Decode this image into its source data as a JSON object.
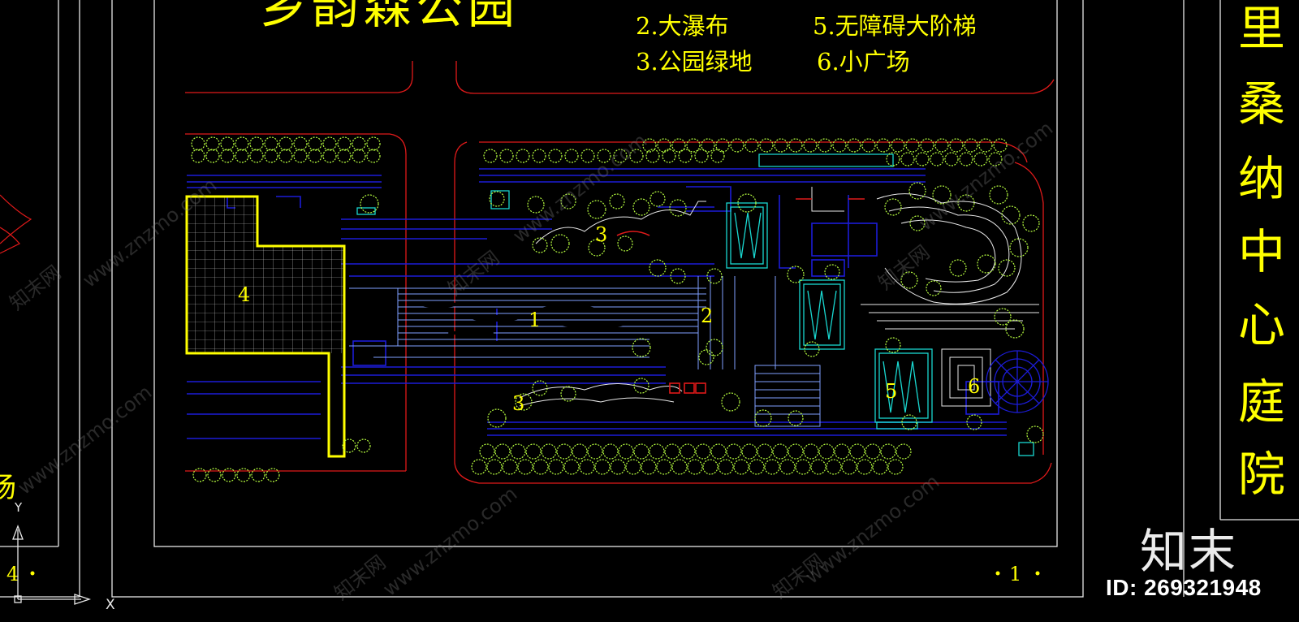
{
  "drawing": {
    "title": "乡韵森公园",
    "legend": [
      {
        "num": "2.",
        "label": "大瀑布"
      },
      {
        "num": "3.",
        "label": "公园绿地"
      },
      {
        "num": "5.",
        "label": "无障碍大阶梯"
      },
      {
        "num": "6.",
        "label": "小广场"
      }
    ],
    "area_labels": [
      "1",
      "2",
      "3",
      "3",
      "4",
      "5",
      "6"
    ],
    "right_panel_chars": [
      "里",
      "桑",
      "纳",
      "中",
      "心",
      "庭",
      "院"
    ],
    "page_marks": {
      "left": "4",
      "right": "1"
    },
    "left_fragment": "场",
    "axis": {
      "x": "X",
      "y": "Y"
    }
  },
  "watermark": {
    "site_text": "www.znzmo.com",
    "cn_text": "知末网",
    "logo": "知末",
    "id_label": "ID: 269321948"
  },
  "colors": {
    "background": "#000000",
    "text_yellow": "#ffff00",
    "road_red": "#e01a1a",
    "water_blue": "#1c1cd8",
    "cyan": "#19d7d0",
    "tree_green": "#b8ff40",
    "frame_white": "#e8e8e8"
  }
}
